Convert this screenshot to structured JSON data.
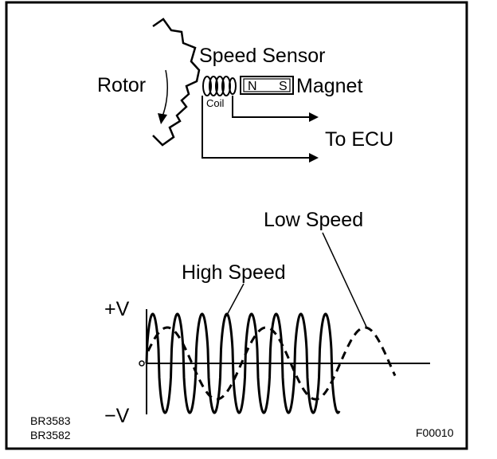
{
  "labels": {
    "rotor": "Rotor",
    "speed_sensor": "Speed Sensor",
    "coil": "Coil",
    "magnet_n": "N",
    "magnet_s": "S",
    "magnet": "Magnet",
    "to_ecu": "To ECU",
    "low_speed": "Low Speed",
    "high_speed": "High Speed",
    "plus_v": "+V",
    "minus_v": "−V",
    "zero": "0"
  },
  "codes": {
    "ref1": "BR3583",
    "ref2": "BR3582",
    "fig": "F00010"
  },
  "colors": {
    "ink": "#000000",
    "paper": "#ffffff"
  }
}
